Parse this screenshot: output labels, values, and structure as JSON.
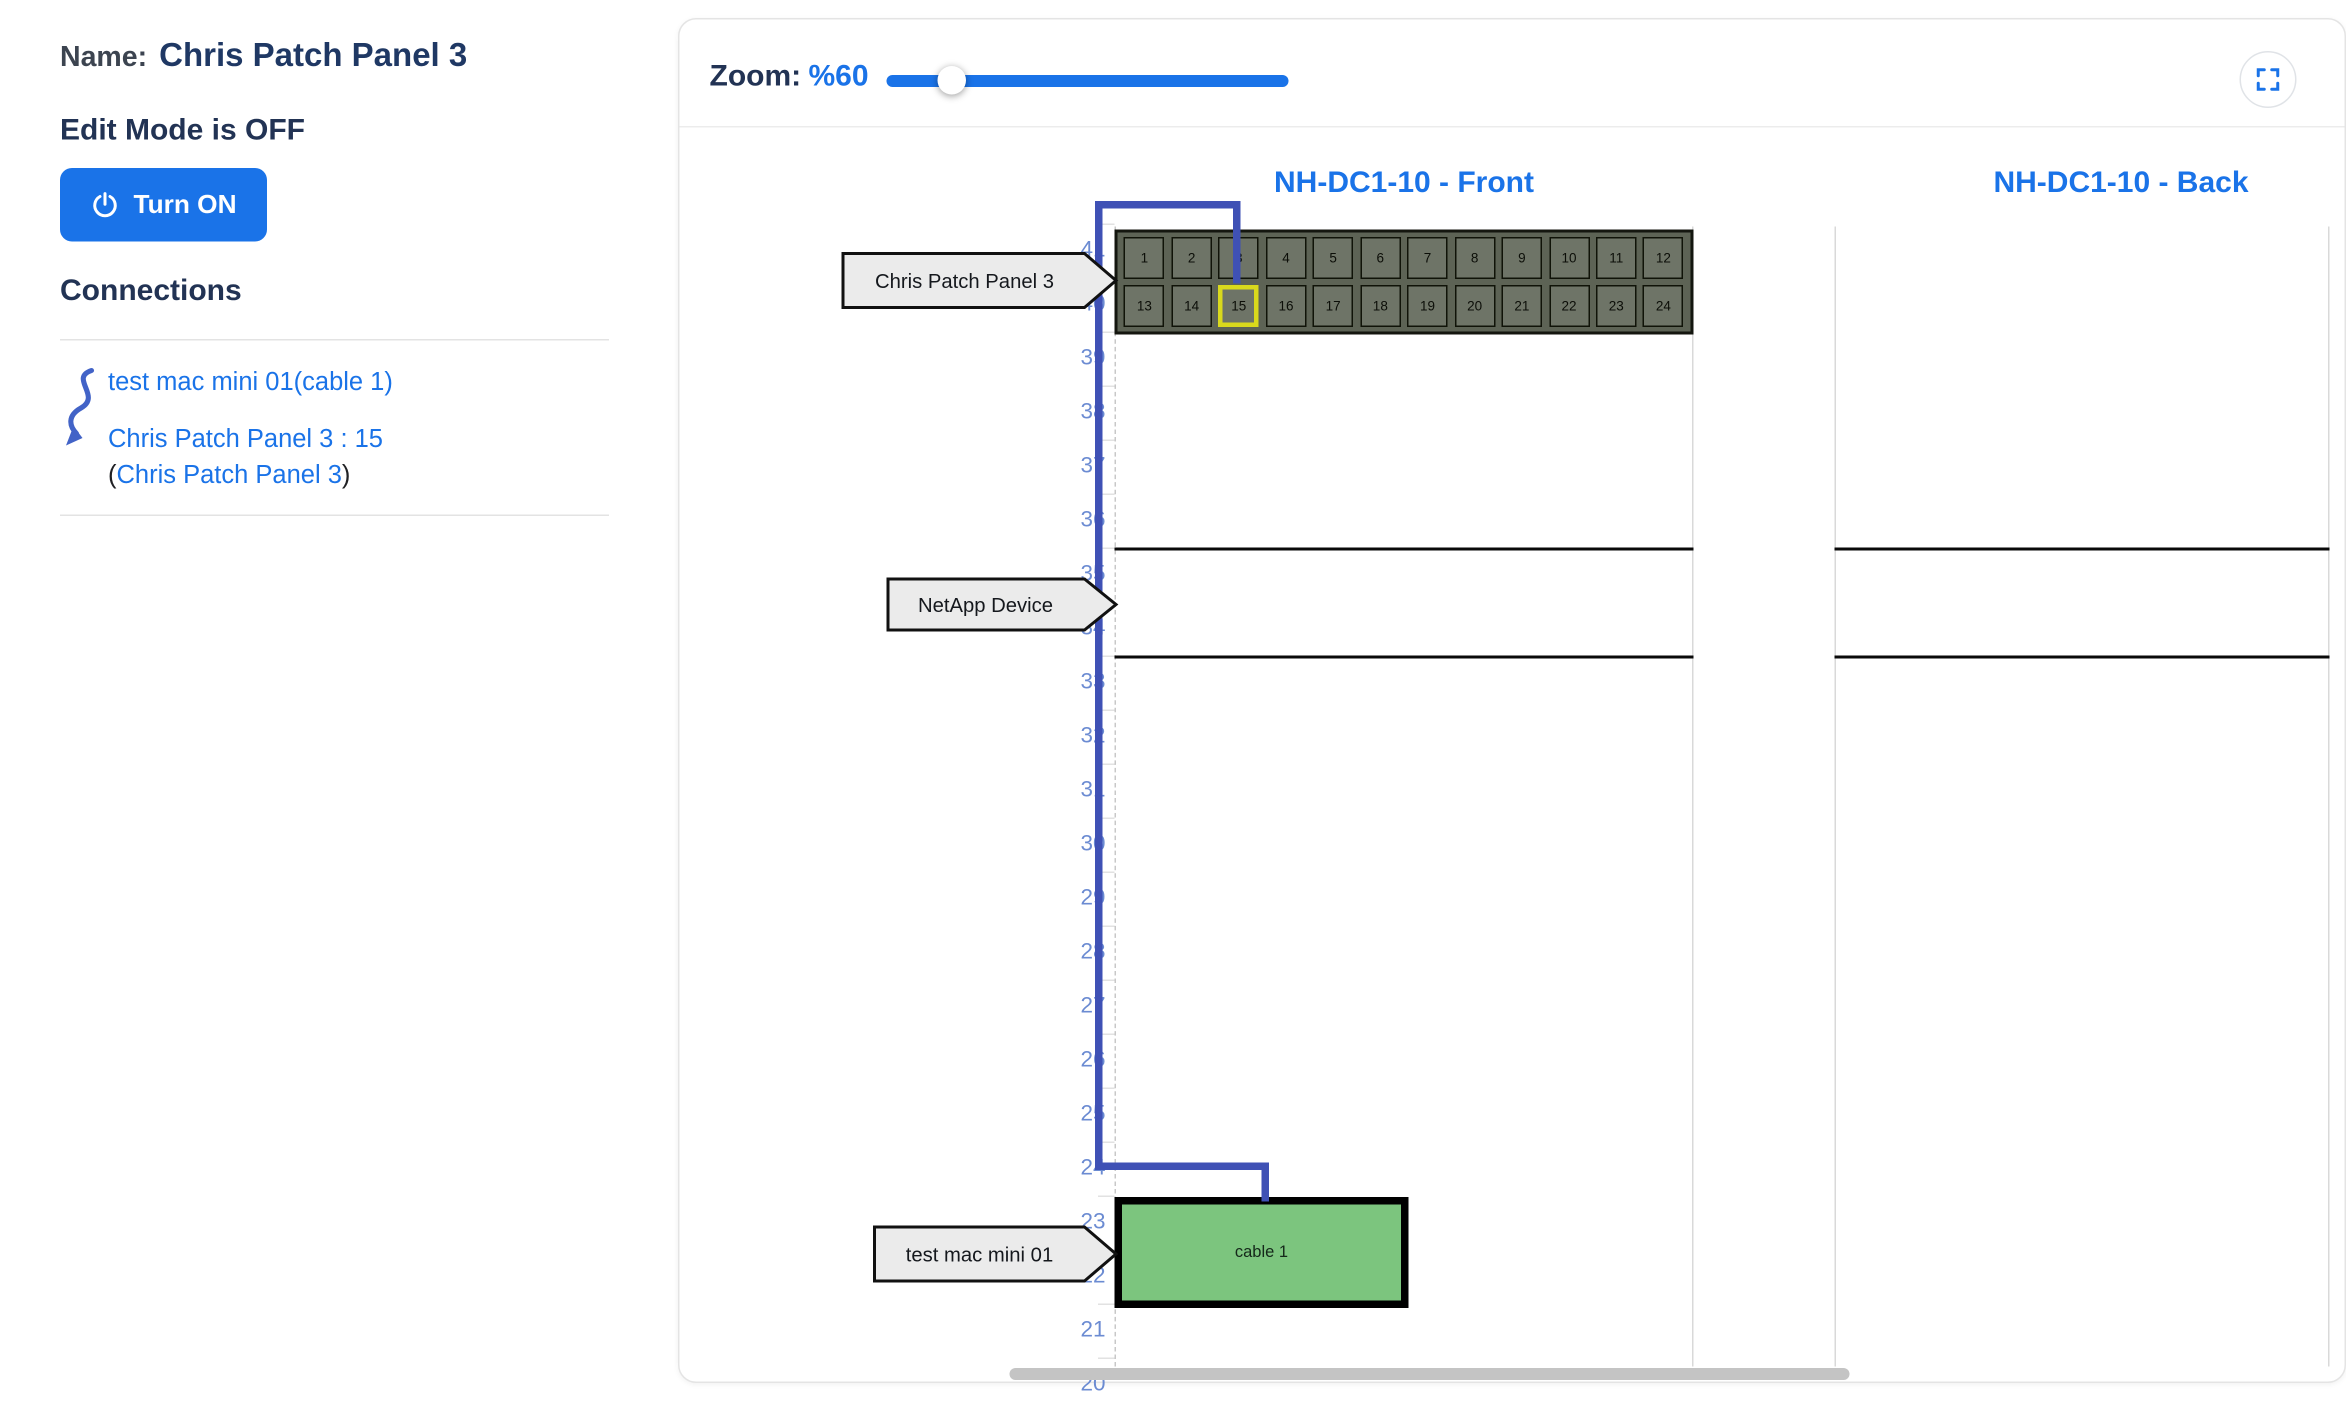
{
  "sidebar": {
    "name_label": "Name:",
    "name_value": "Chris Patch Panel 3",
    "edit_mode_text": "Edit Mode is OFF",
    "turn_on_label": "Turn ON",
    "connections_title": "Connections",
    "connection": {
      "device_link": "test mac mini 01",
      "cable_link": "(cable 1)",
      "port_link": "Chris Patch Panel 3 : 15",
      "paren_open": "(",
      "parent_link": "Chris Patch Panel 3",
      "paren_close": ")"
    }
  },
  "toolbar": {
    "zoom_label": "Zoom:",
    "zoom_value": "%60",
    "slider_percent": 16
  },
  "diagram": {
    "front_title": "NH-DC1-10 - Front",
    "back_title": "NH-DC1-10 - Back",
    "rack_units": [
      41,
      40,
      39,
      38,
      37,
      36,
      35,
      34,
      33,
      32,
      31,
      30,
      29,
      28,
      27,
      26,
      25,
      24,
      23,
      22,
      21,
      20
    ],
    "patch_panel": {
      "row1_ports": [
        1,
        2,
        3,
        4,
        5,
        6,
        7,
        8,
        9,
        10,
        11,
        12
      ],
      "row2_ports": [
        13,
        14,
        15,
        16,
        17,
        18,
        19,
        20,
        21,
        22,
        23,
        24
      ],
      "highlighted_port": 15
    },
    "callouts": {
      "patch_panel": "Chris Patch Panel 3",
      "netapp": "NetApp Device",
      "mac_mini": "test mac mini 01"
    },
    "cable_label": "cable 1",
    "colors": {
      "accent": "#1a73e8",
      "cable": "#3f51b5",
      "device_fill": "#7cc57e",
      "port_highlight": "#d9d91c"
    }
  }
}
